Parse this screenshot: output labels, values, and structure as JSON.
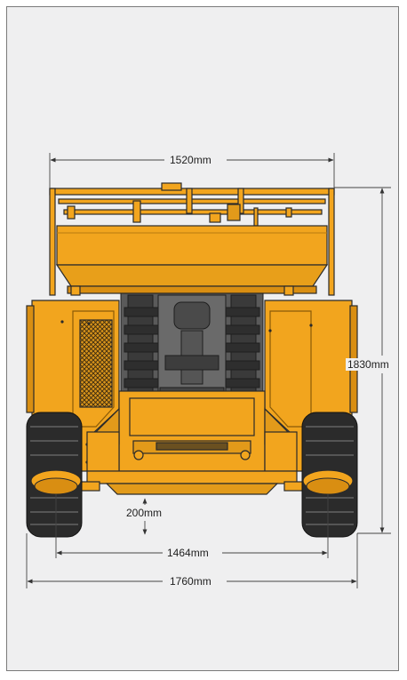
{
  "diagram": {
    "subject": "scissor-lift-rear-view",
    "colors": {
      "machine": "#f2a51e",
      "machine_shade": "#d98e12",
      "outline": "#2a2a2a",
      "mast": "#3a3a3a",
      "tire": "#2b2b2b",
      "background": "#efeff0",
      "dimension_line": "#444444"
    },
    "dimensions": {
      "platform_width": "1520mm",
      "overall_height": "1830mm",
      "ground_clearance": "200mm",
      "track_width": "1464mm",
      "overall_width": "1760mm"
    }
  }
}
